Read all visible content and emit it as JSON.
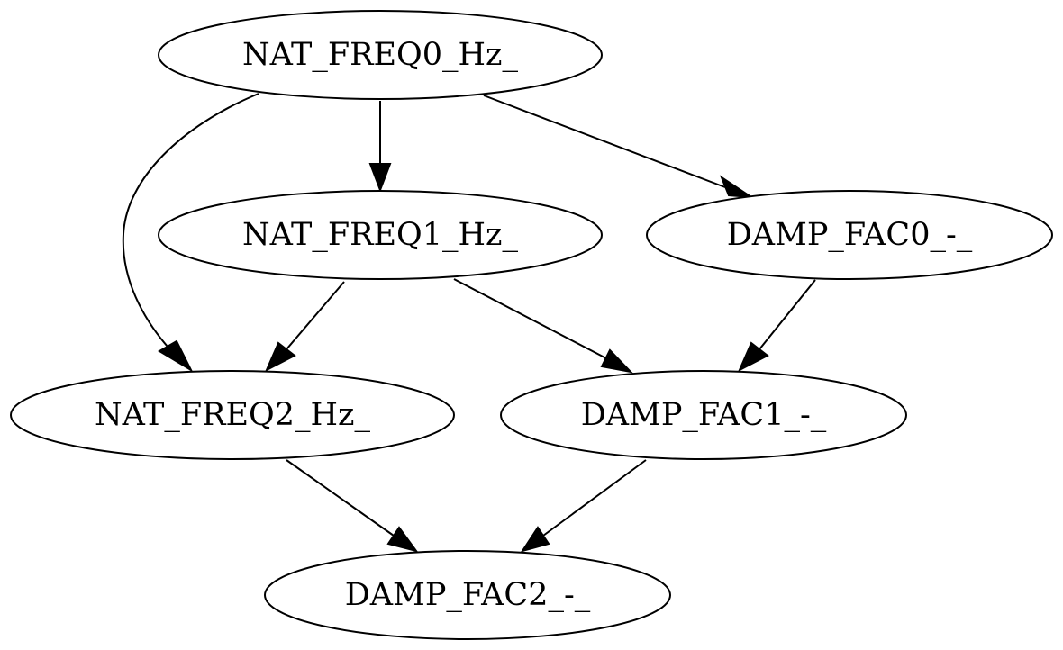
{
  "graph": {
    "nodes": [
      {
        "id": "n0",
        "label": "NAT_FREQ0_Hz_"
      },
      {
        "id": "n1",
        "label": "NAT_FREQ1_Hz_"
      },
      {
        "id": "d0",
        "label": "DAMP_FAC0_-_"
      },
      {
        "id": "n2",
        "label": "NAT_FREQ2_Hz_"
      },
      {
        "id": "d1",
        "label": "DAMP_FAC1_-_"
      },
      {
        "id": "d2",
        "label": "DAMP_FAC2_-_"
      }
    ],
    "edges": [
      {
        "from": "n0",
        "to": "n1"
      },
      {
        "from": "n0",
        "to": "d0"
      },
      {
        "from": "n0",
        "to": "n2"
      },
      {
        "from": "n1",
        "to": "n2"
      },
      {
        "from": "n1",
        "to": "d1"
      },
      {
        "from": "d0",
        "to": "d1"
      },
      {
        "from": "n2",
        "to": "d2"
      },
      {
        "from": "d1",
        "to": "d2"
      }
    ]
  }
}
